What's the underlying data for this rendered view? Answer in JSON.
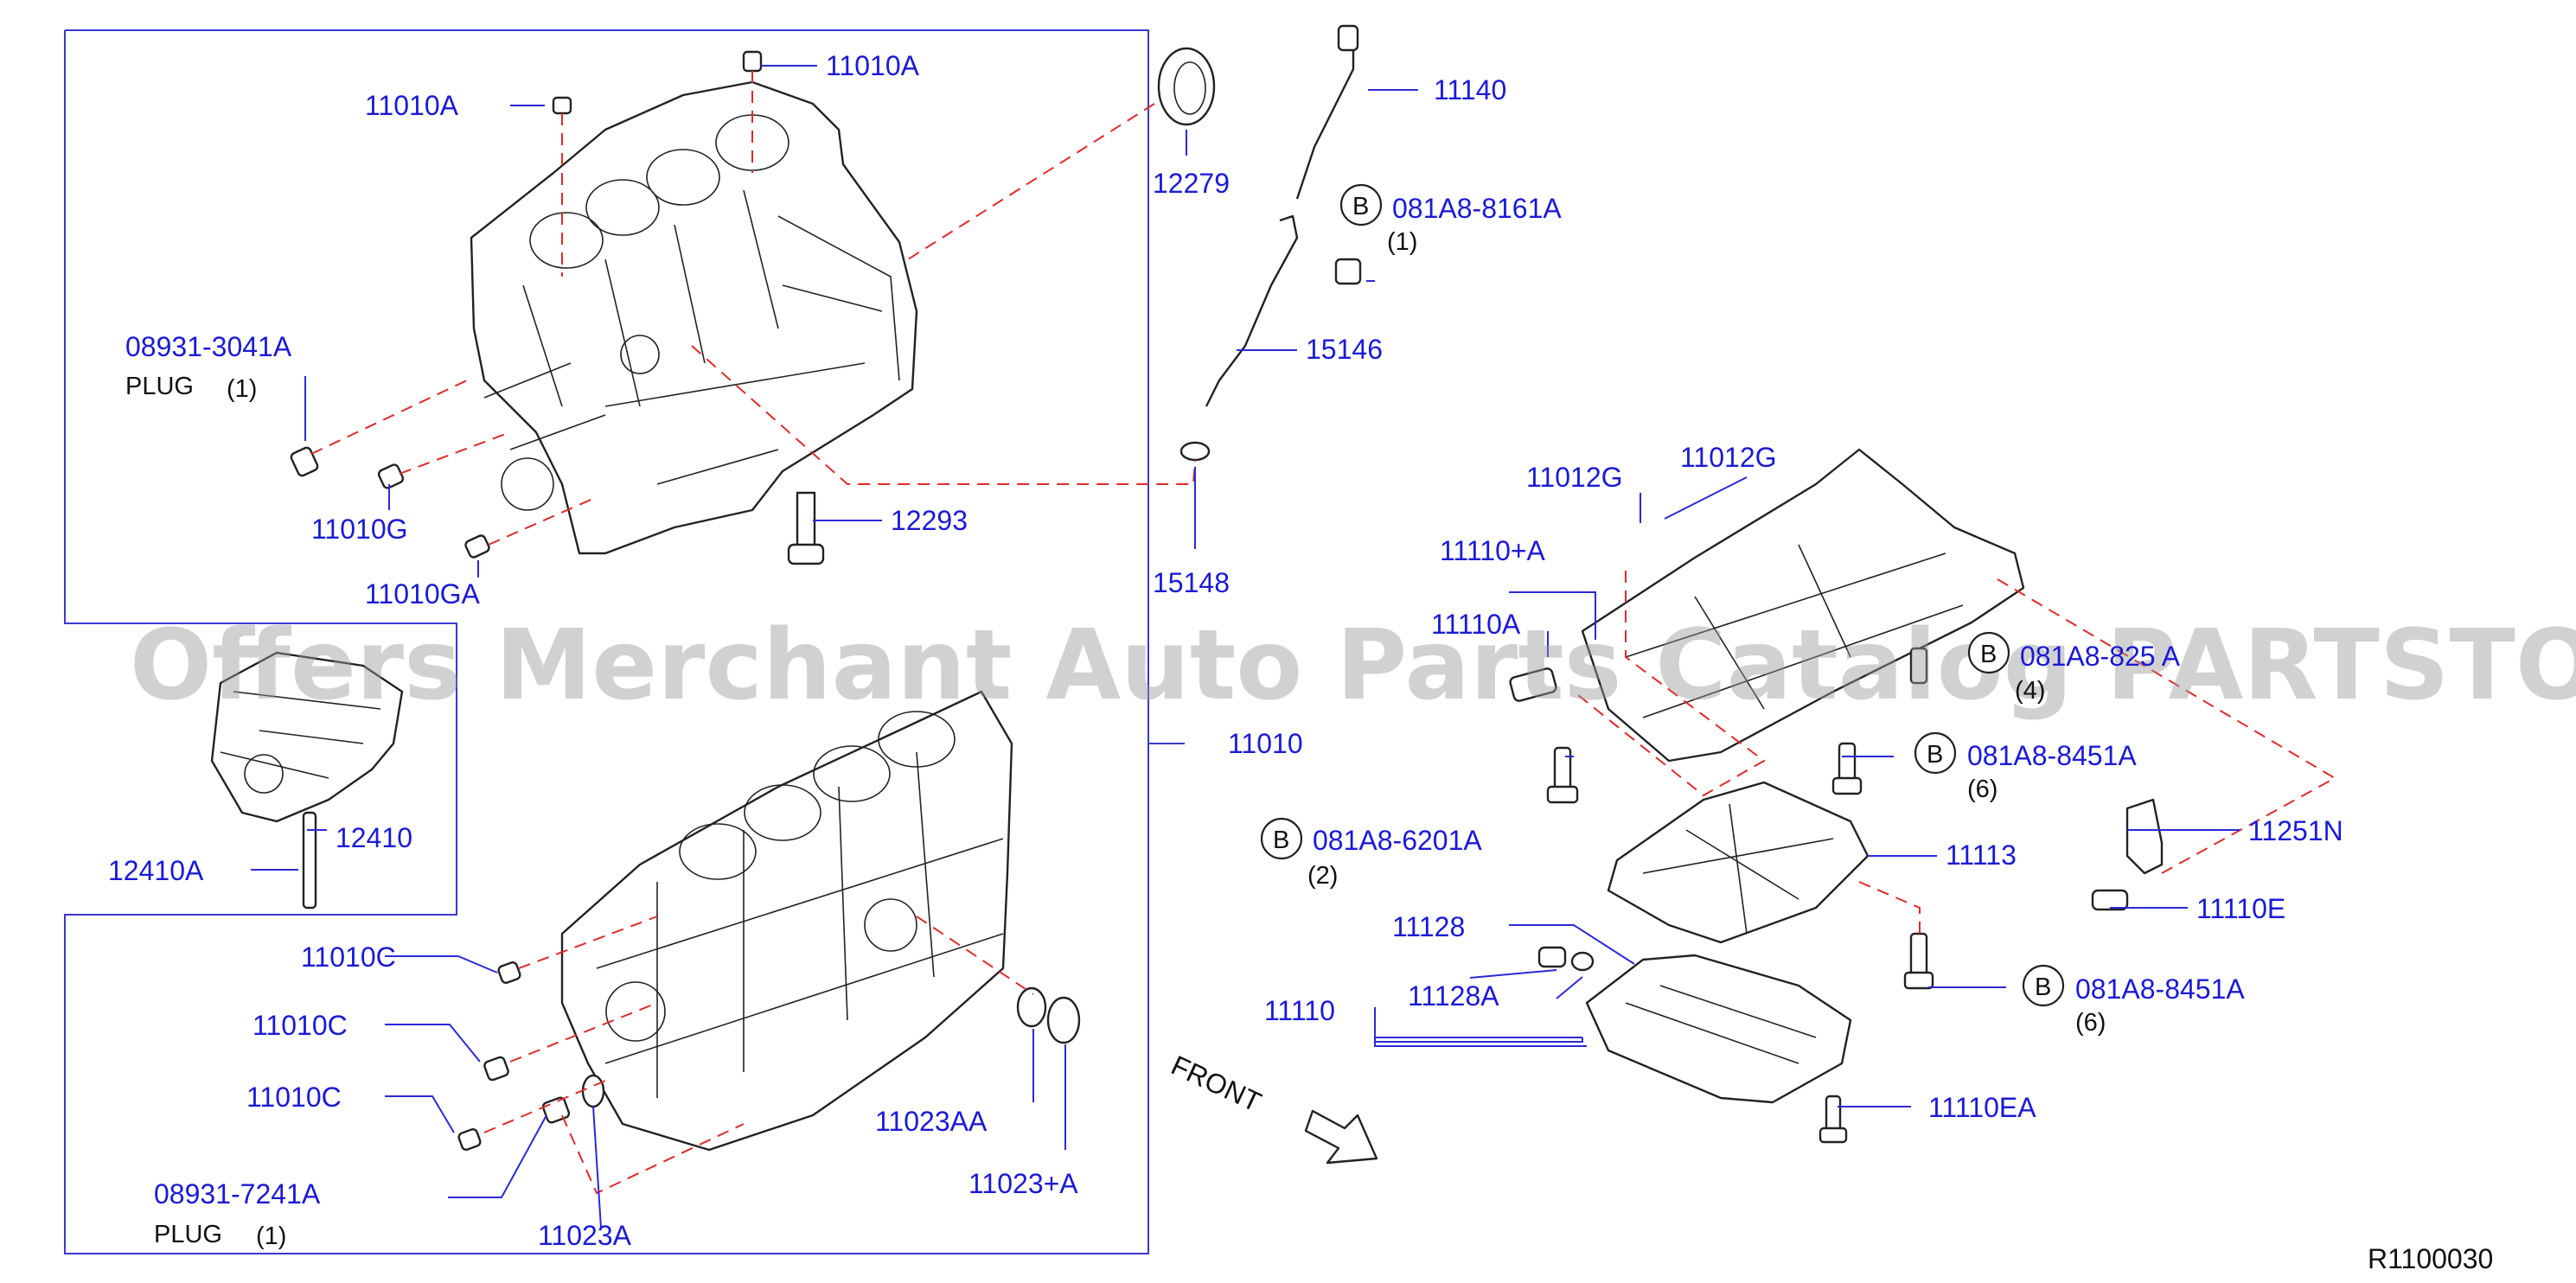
{
  "diagram": {
    "reference_code": "R1100030",
    "watermark": "Offers Merchant Auto Parts Catalog PARTSTORE.SA",
    "front_label": "FRONT",
    "bolt_symbol": "B",
    "callouts": {
      "c11010A_a": "11010A",
      "c11010A_b": "11010A",
      "c08931_3041A": "08931-3041A",
      "plug_1": "PLUG",
      "plug_1_qty": "(1)",
      "c11010G": "11010G",
      "c11010GA": "11010GA",
      "c12279": "12279",
      "c11140": "11140",
      "c081A8_8161A": "081A8-8161A",
      "c081A8_8161A_qty": "(1)",
      "c15146": "15146",
      "c12293": "12293",
      "c15148": "15148",
      "c11010": "11010",
      "c12410": "12410",
      "c12410A": "12410A",
      "c11010C_a": "11010C",
      "c11010C_b": "11010C",
      "c11010C_c": "11010C",
      "c08931_7241A": "08931-7241A",
      "plug_2": "PLUG",
      "plug_2_qty": "(1)",
      "c11023A": "11023A",
      "c11023AA": "11023AA",
      "c11023pA": "11023+A",
      "c11012G_a": "11012G",
      "c11012G_b": "11012G",
      "c11110pA": "11110+A",
      "c11110A": "11110A",
      "c081A8_825_A": "081A8-825 A",
      "c081A8_825_A_qty": "(4)",
      "c081A8_8451A_a": "081A8-8451A",
      "c081A8_8451A_a_qty": "(6)",
      "c081A8_6201A": "081A8-6201A",
      "c081A8_6201A_qty": "(2)",
      "c11251N": "11251N",
      "c11113": "11113",
      "c11110E": "11110E",
      "c11128": "11128",
      "c11128A": "11128A",
      "c11110": "11110",
      "c081A8_8451A_b": "081A8-8451A",
      "c081A8_8451A_b_qty": "(6)",
      "c11110EA": "11110EA"
    }
  }
}
